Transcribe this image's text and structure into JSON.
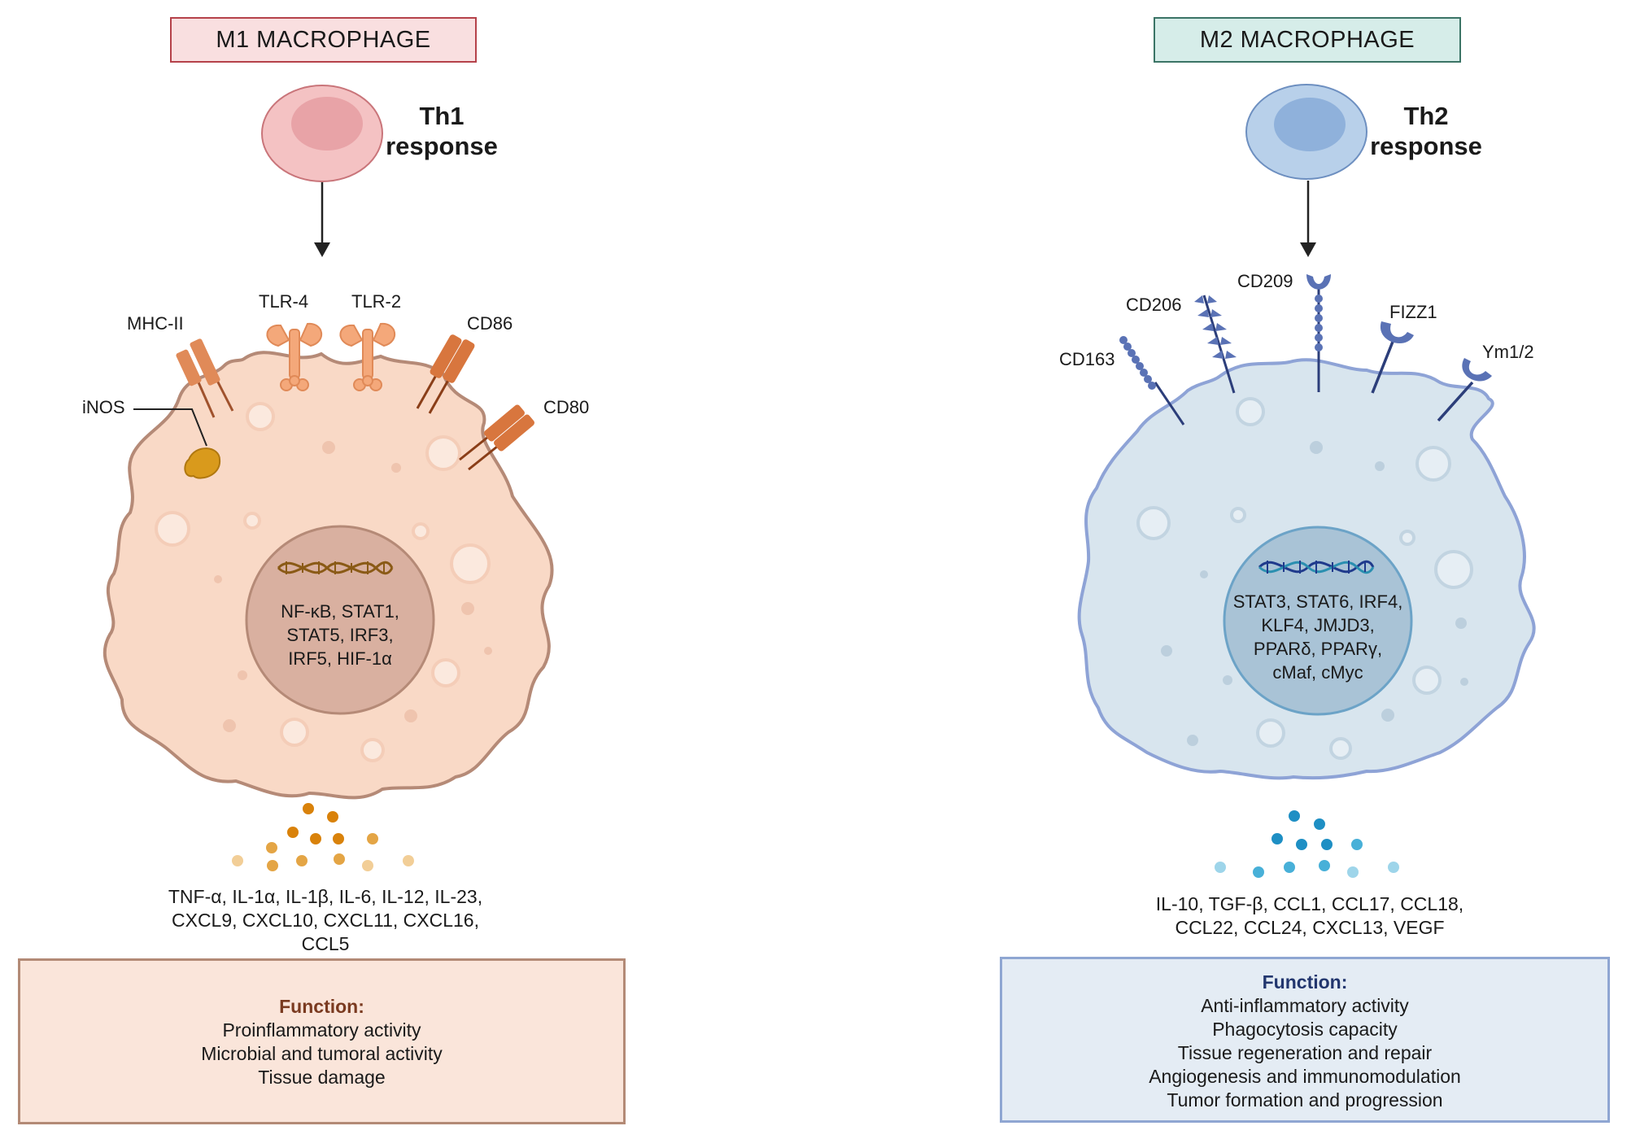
{
  "m1": {
    "title": "M1 MACROPHAGE",
    "response": [
      "Th1",
      "response"
    ],
    "receptors": [
      "MHC-II",
      "TLR-4",
      "TLR-2",
      "CD86",
      "CD80",
      "iNOS"
    ],
    "transcription_factors": [
      "NF-κB, STAT1,",
      "STAT5, IRF3,",
      "IRF5, HIF-1α"
    ],
    "secreted": [
      "TNF-α, IL-1α, IL-1β, IL-6, IL-12, IL-23,",
      "CXCL9, CXCL10, CXCL11, CXCL16,",
      "CCL5"
    ],
    "function_heading": "Function:",
    "functions": [
      "Proinflammatory activity",
      "Microbial and tumoral activity",
      "Tissue damage"
    ],
    "colors": {
      "cell": "#f9d9c6",
      "border": "#b58a77",
      "nucleus": "#d9b0a0",
      "accent": "#e4945c"
    }
  },
  "m2": {
    "title": "M2 MACROPHAGE",
    "response": [
      "Th2",
      "response"
    ],
    "receptors": [
      "CD209",
      "CD206",
      "FIZZ1",
      "CD163",
      "Ym1/2"
    ],
    "transcription_factors": [
      "STAT3, STAT6, IRF4,",
      "KLF4, JMJD3,",
      "PPARδ, PPARγ,",
      "cMaf, cMyc"
    ],
    "secreted": [
      "IL-10, TGF-β, CCL1, CCL17, CCL18,",
      "CCL22, CCL24, CXCL13, VEGF"
    ],
    "function_heading": "Function:",
    "functions": [
      "Anti-inflammatory activity",
      "Phagocytosis capacity",
      "Tissue regeneration and repair",
      "Angiogenesis and immunomodulation",
      "Tumor formation and progression"
    ],
    "colors": {
      "cell": "#d8e5ee",
      "border": "#8ea3d6",
      "nucleus": "#a9c3d6",
      "accent": "#5a72b5"
    }
  }
}
